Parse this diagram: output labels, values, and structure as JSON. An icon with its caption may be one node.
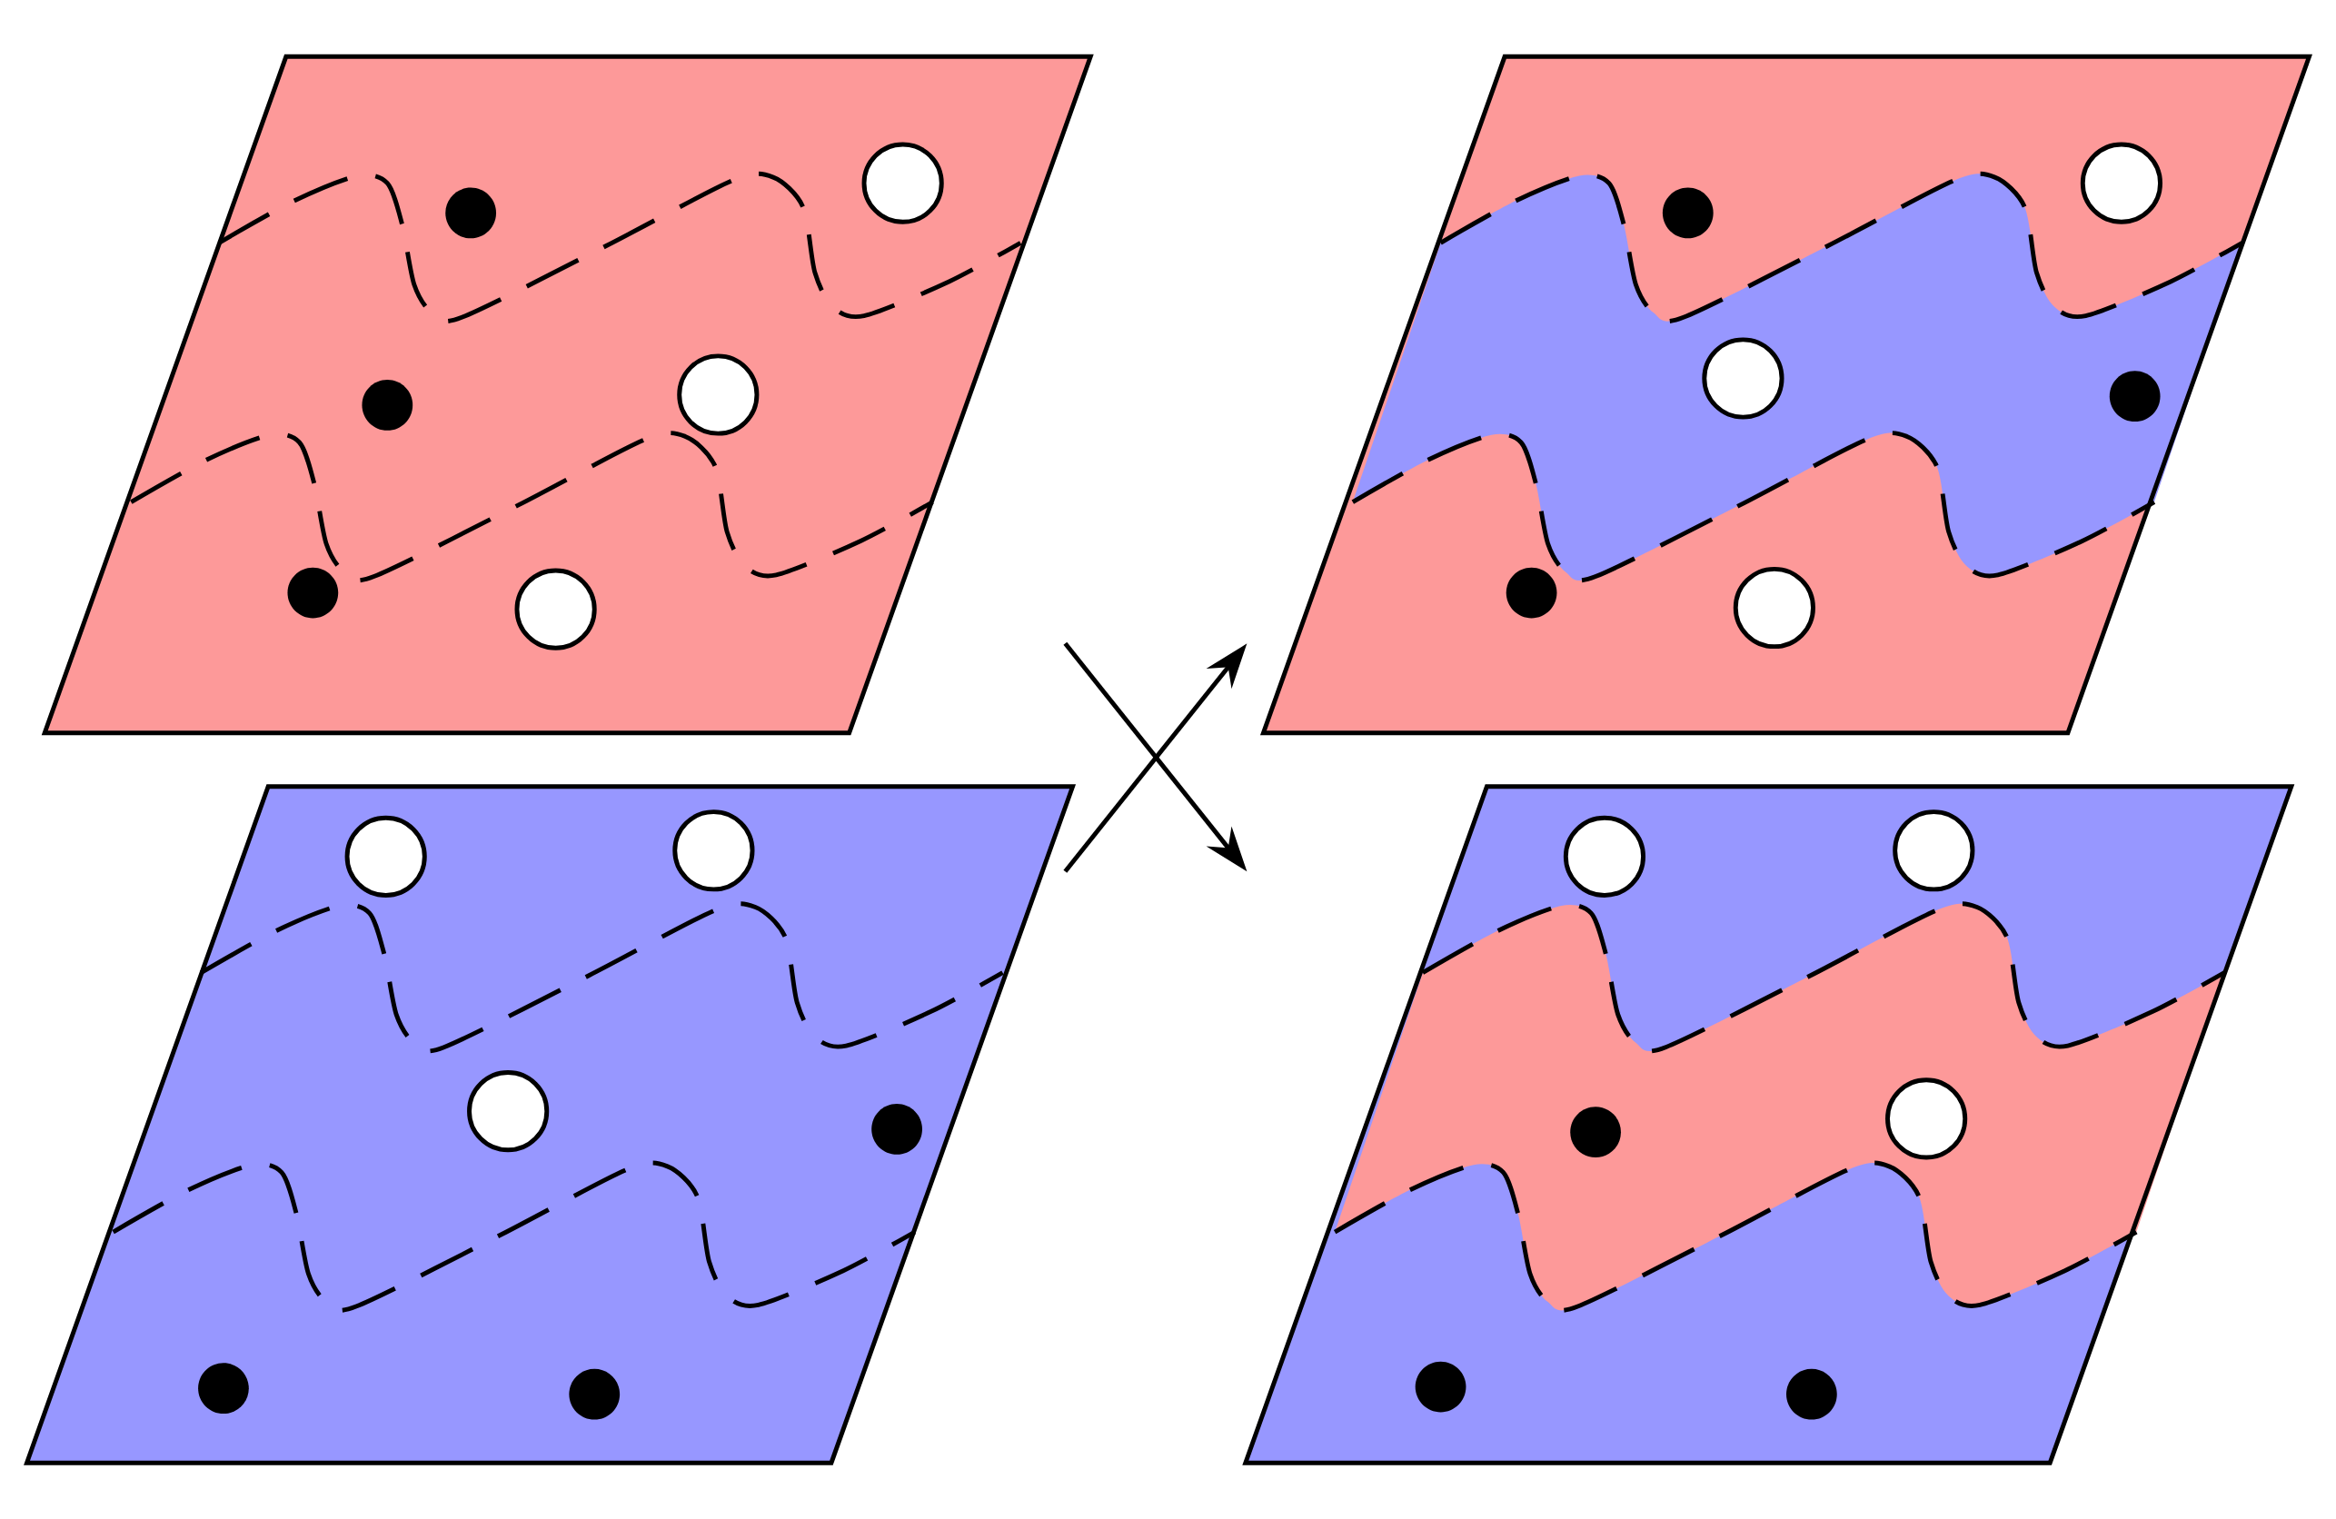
{
  "diagram": {
    "nodes": [
      {
        "text": [],
        "shape": "parallelogram"
      },
      {
        "text": [],
        "shape": "parallelogram"
      },
      {
        "text": [],
        "shape": "parallelogram"
      },
      {
        "text": [],
        "shape": "parallelogram"
      }
    ]
  }
}
